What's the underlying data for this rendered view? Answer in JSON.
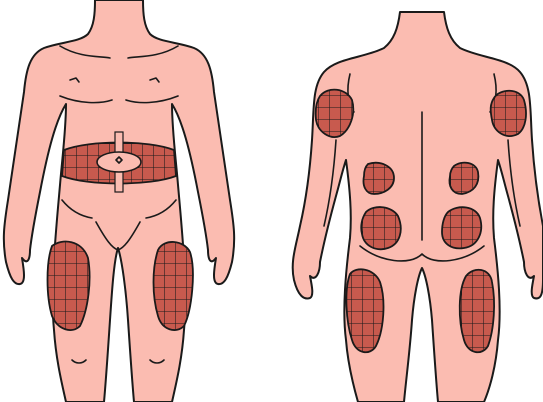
{
  "colors": {
    "skin": "#fbbcb1",
    "outline": "#1a1a1a",
    "zone": "#c85a4e",
    "background": "#ffffff"
  },
  "figures": [
    {
      "id": "front",
      "view": "front"
    },
    {
      "id": "back",
      "view": "back"
    }
  ],
  "injection_zones": [
    {
      "id": "abdomen",
      "view": "front"
    },
    {
      "id": "thigh-right",
      "view": "front"
    },
    {
      "id": "thigh-left",
      "view": "front"
    },
    {
      "id": "upper-arm-left",
      "view": "back"
    },
    {
      "id": "upper-arm-right",
      "view": "back"
    },
    {
      "id": "flank-left",
      "view": "back"
    },
    {
      "id": "flank-right",
      "view": "back"
    },
    {
      "id": "buttock-left",
      "view": "back"
    },
    {
      "id": "buttock-right",
      "view": "back"
    },
    {
      "id": "back-thigh-left",
      "view": "back"
    },
    {
      "id": "back-thigh-right",
      "view": "back"
    }
  ]
}
